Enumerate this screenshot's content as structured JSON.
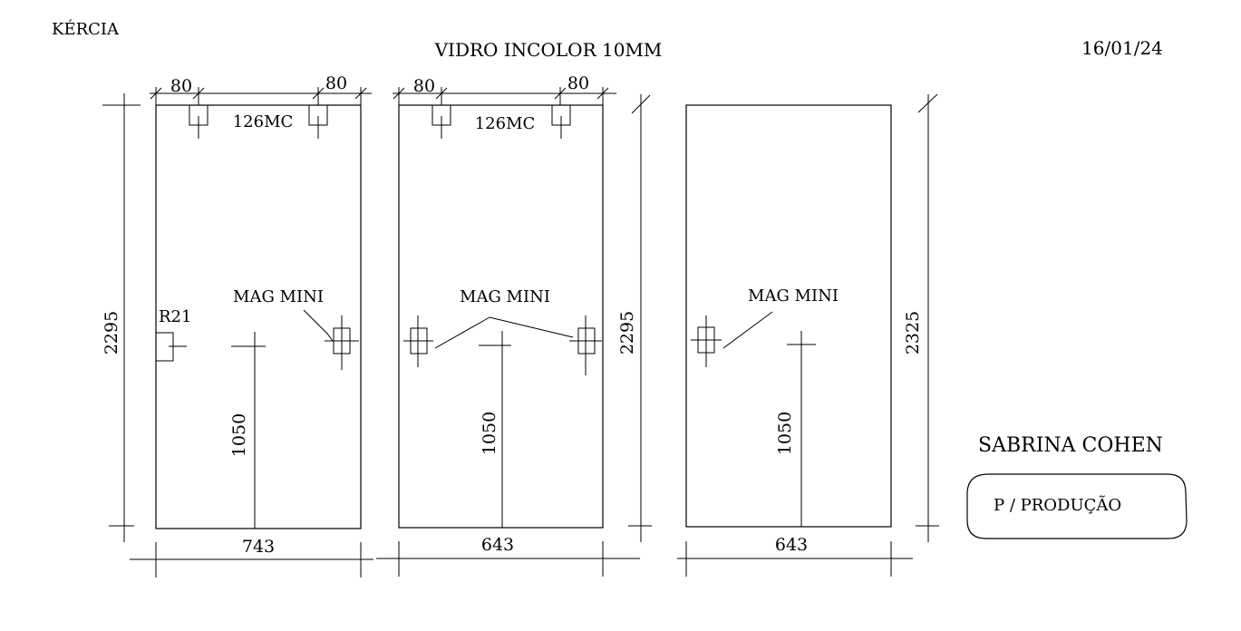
{
  "header": {
    "client": "KÉRCIA",
    "title": "VIDRO INCOLOR 10MM",
    "date": "16/01/24"
  },
  "panels": [
    {
      "width_label": "743",
      "height_label": "2295",
      "handle_height_label": "1050",
      "top_offset_left": "80",
      "top_offset_right": "80",
      "top_hardware": "126MC",
      "magnet_label": "MAG MINI",
      "corner_label": "R21"
    },
    {
      "width_label": "643",
      "height_label": "2295",
      "handle_height_label": "1050",
      "top_offset_left": "80",
      "top_offset_right": "80",
      "top_hardware": "126MC",
      "magnet_label": "MAG MINI"
    },
    {
      "width_label": "643",
      "height_label": "2325",
      "handle_height_label": "1050",
      "magnet_label": "MAG MINI"
    }
  ],
  "customer": "SABRINA COHEN",
  "stamp": "P / PRODUÇÃO"
}
